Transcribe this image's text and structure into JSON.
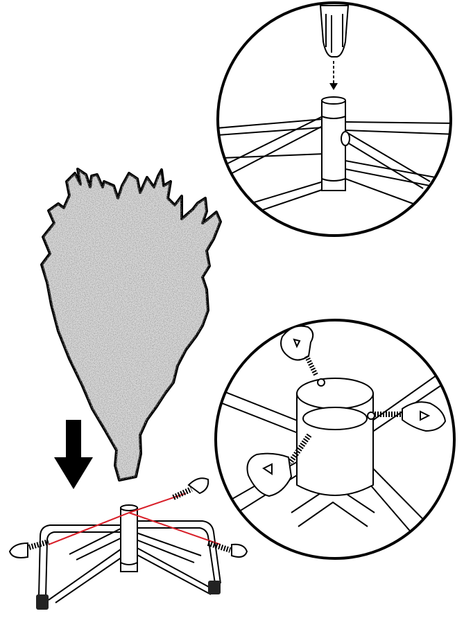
{
  "figure": {
    "kind": "assembly-illustration",
    "colors": {
      "line": "#000000",
      "background": "#ffffff",
      "foliage_light": "#e6e6e6",
      "foliage_dark": "#555555",
      "tension_cord": "#d8202a",
      "foot_cap": "#222222"
    },
    "icons": {
      "direction_arrow": "down-arrow-icon"
    },
    "panels": [
      {
        "name": "tree-section",
        "description_visible": false
      },
      {
        "name": "detail-pole-insert",
        "description_visible": false
      },
      {
        "name": "detail-stand-collar-screws",
        "description_visible": false
      },
      {
        "name": "stand-assembly",
        "description_visible": false
      }
    ]
  }
}
